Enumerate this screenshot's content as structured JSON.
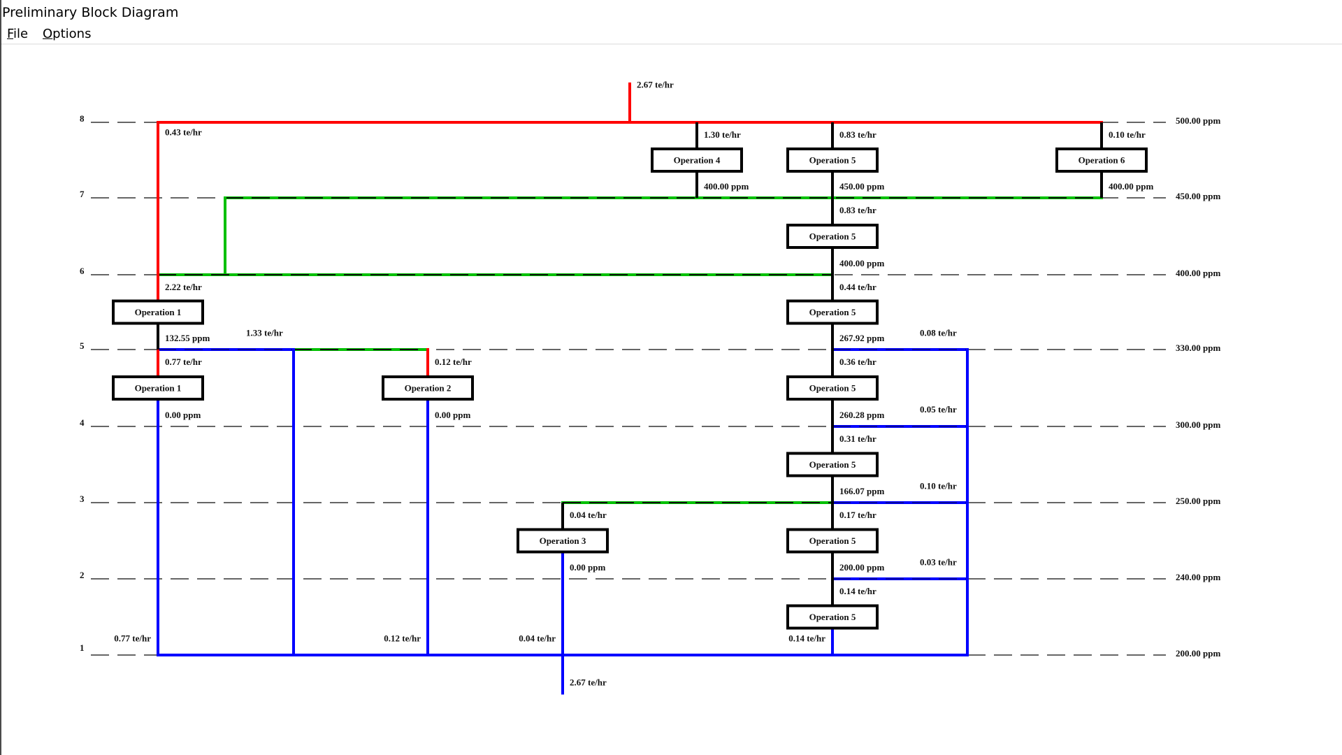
{
  "window": {
    "title": "Preliminary Block Diagram",
    "menu": [
      {
        "label": "File",
        "accel_index": 0
      },
      {
        "label": "Options",
        "accel_index": 0
      }
    ]
  },
  "diagram": {
    "colors": {
      "fresh_water": "#ff0000",
      "reuse": "#00c000",
      "wastewater": "#0000ff",
      "operation": "#000000",
      "level_dash": "#333333"
    },
    "levels": [
      {
        "index": 1,
        "label": "1",
        "concentration": "200.00 ppm"
      },
      {
        "index": 2,
        "label": "2",
        "concentration": "240.00 ppm"
      },
      {
        "index": 3,
        "label": "3",
        "concentration": "250.00 ppm"
      },
      {
        "index": 4,
        "label": "4",
        "concentration": "300.00 ppm"
      },
      {
        "index": 5,
        "label": "5",
        "concentration": "330.00 ppm"
      },
      {
        "index": 6,
        "label": "6",
        "concentration": "400.00 ppm"
      },
      {
        "index": 7,
        "label": "7",
        "concentration": "450.00 ppm"
      },
      {
        "index": 8,
        "label": "8",
        "concentration": "500.00 ppm"
      }
    ],
    "operations": [
      {
        "name": "Operation 1",
        "column": "A",
        "between": [
          6,
          5
        ],
        "inlet_flow": "2.22 te/hr",
        "outlet_conc": "132.55 ppm"
      },
      {
        "name": "Operation 1",
        "column": "A",
        "between": [
          5,
          4
        ],
        "inlet_flow": "0.77 te/hr",
        "outlet_conc": "0.00 ppm"
      },
      {
        "name": "Operation 2",
        "column": "C",
        "between": [
          5,
          4
        ],
        "inlet_flow": "0.12 te/hr",
        "outlet_conc": "0.00 ppm"
      },
      {
        "name": "Operation 3",
        "column": "D",
        "between": [
          3,
          2
        ],
        "inlet_flow": "0.04 te/hr",
        "outlet_conc": "0.00 ppm"
      },
      {
        "name": "Operation 4",
        "column": "E",
        "between": [
          8,
          7
        ],
        "inlet_flow": "1.30 te/hr",
        "outlet_conc": "400.00 ppm"
      },
      {
        "name": "Operation 5",
        "column": "F",
        "between": [
          8,
          7
        ],
        "inlet_flow": "0.83 te/hr",
        "outlet_conc": "450.00 ppm"
      },
      {
        "name": "Operation 5",
        "column": "F",
        "between": [
          7,
          6
        ],
        "inlet_flow": "0.83 te/hr",
        "outlet_conc": "400.00 ppm"
      },
      {
        "name": "Operation 5",
        "column": "F",
        "between": [
          6,
          5
        ],
        "inlet_flow": "0.44 te/hr",
        "outlet_conc": "267.92 ppm"
      },
      {
        "name": "Operation 5",
        "column": "F",
        "between": [
          5,
          4
        ],
        "inlet_flow": "0.36 te/hr",
        "outlet_conc": "260.28 ppm"
      },
      {
        "name": "Operation 5",
        "column": "F",
        "between": [
          4,
          3
        ],
        "inlet_flow": "0.31 te/hr",
        "outlet_conc": "166.07 ppm"
      },
      {
        "name": "Operation 5",
        "column": "F",
        "between": [
          3,
          2
        ],
        "inlet_flow": "0.17 te/hr",
        "outlet_conc": "200.00 ppm"
      },
      {
        "name": "Operation 5",
        "column": "F",
        "between": [
          2,
          1
        ],
        "inlet_flow": "0.14 te/hr",
        "outlet_conc": ""
      },
      {
        "name": "Operation 6",
        "column": "I",
        "between": [
          8,
          7
        ],
        "inlet_flow": "0.10 te/hr",
        "outlet_conc": "400.00 ppm"
      }
    ],
    "streams": [
      {
        "id": "fresh-feed",
        "type": "fresh_water",
        "segments": [
          [
            "feed",
            8.5,
            "feed",
            8
          ]
        ],
        "label": "2.67 te/hr",
        "label_anchor": [
          "feed",
          8.45
        ]
      },
      {
        "id": "fresh-header",
        "type": "fresh_water",
        "segments": [
          [
            "A",
            8,
            "I",
            8
          ]
        ]
      },
      {
        "id": "fresh-to-op1",
        "type": "fresh_water",
        "segments": [
          [
            "A",
            8,
            "A",
            5.6
          ]
        ],
        "label": "0.43 te/hr",
        "label_anchor": [
          "A",
          7.83
        ]
      },
      {
        "id": "fresh-to-op1-lower",
        "type": "fresh_water",
        "segments": [
          [
            "A",
            5,
            "A",
            4.6
          ]
        ]
      },
      {
        "id": "fresh-to-op2",
        "type": "fresh_water",
        "segments": [
          [
            "C",
            5,
            "C",
            4.6
          ]
        ]
      },
      {
        "id": "reuse-level7",
        "type": "reuse",
        "segments": [
          [
            "G",
            7,
            "I",
            7
          ],
          [
            "G",
            7,
            "G",
            6
          ]
        ]
      },
      {
        "id": "reuse-level6",
        "type": "reuse",
        "segments": [
          [
            "A",
            6,
            "F",
            6
          ]
        ]
      },
      {
        "id": "reuse-level5",
        "type": "reuse",
        "segments": [
          [
            "B",
            5,
            "C",
            5
          ]
        ]
      },
      {
        "id": "reuse-level3",
        "type": "reuse",
        "segments": [
          [
            "D",
            3,
            "F",
            3
          ]
        ]
      },
      {
        "id": "waste-level5",
        "type": "wastewater",
        "segments": [
          [
            "A",
            5,
            "B",
            5
          ],
          [
            "F",
            5,
            "H",
            5
          ]
        ],
        "labels": [
          {
            "text": "1.33 te/hr",
            "anchor": [
              "B",
              5.18
            ],
            "align": "right"
          },
          {
            "text": "0.08 te/hr",
            "anchor": [
              "H",
              5.18
            ],
            "align": "right"
          }
        ]
      },
      {
        "id": "waste-level4",
        "type": "wastewater",
        "segments": [
          [
            "F",
            4,
            "H",
            4
          ]
        ],
        "labels": [
          {
            "text": "0.05 te/hr",
            "anchor": [
              "H",
              4.18
            ],
            "align": "right"
          }
        ]
      },
      {
        "id": "waste-level3",
        "type": "wastewater",
        "segments": [
          [
            "F",
            3,
            "H",
            3
          ]
        ],
        "labels": [
          {
            "text": "0.10 te/hr",
            "anchor": [
              "H",
              3.18
            ],
            "align": "right"
          }
        ]
      },
      {
        "id": "waste-level2",
        "type": "wastewater",
        "segments": [
          [
            "F",
            2,
            "H",
            2
          ]
        ],
        "labels": [
          {
            "text": "0.03 te/hr",
            "anchor": [
              "H",
              2.18
            ],
            "align": "right"
          }
        ]
      },
      {
        "id": "waste-verticals",
        "type": "wastewater",
        "segments": [
          [
            "A",
            4.6,
            "A",
            1
          ],
          [
            "B",
            5,
            "B",
            1
          ],
          [
            "C",
            4.6,
            "C",
            1
          ],
          [
            "D",
            2.6,
            "D",
            0.5
          ],
          [
            "F",
            1.6,
            "F",
            1
          ],
          [
            "H",
            5,
            "H",
            1
          ]
        ]
      },
      {
        "id": "waste-header",
        "type": "wastewater",
        "segments": [
          [
            "A",
            1,
            "H",
            1
          ]
        ],
        "labels": [
          {
            "text": "0.77 te/hr",
            "anchor": [
              "A",
              1.18
            ],
            "align": "left-of"
          },
          {
            "text": "0.12 te/hr",
            "anchor": [
              "C",
              1.18
            ],
            "align": "left-of"
          },
          {
            "text": "0.04 te/hr",
            "anchor": [
              "D",
              1.18
            ],
            "align": "left-of"
          },
          {
            "text": "0.14 te/hr",
            "anchor": [
              "F",
              1.18
            ],
            "align": "left-of"
          }
        ]
      },
      {
        "id": "waste-outlet",
        "type": "wastewater",
        "segments": [],
        "label": "2.67 te/hr",
        "label_anchor": [
          "D",
          0.6
        ]
      }
    ]
  }
}
